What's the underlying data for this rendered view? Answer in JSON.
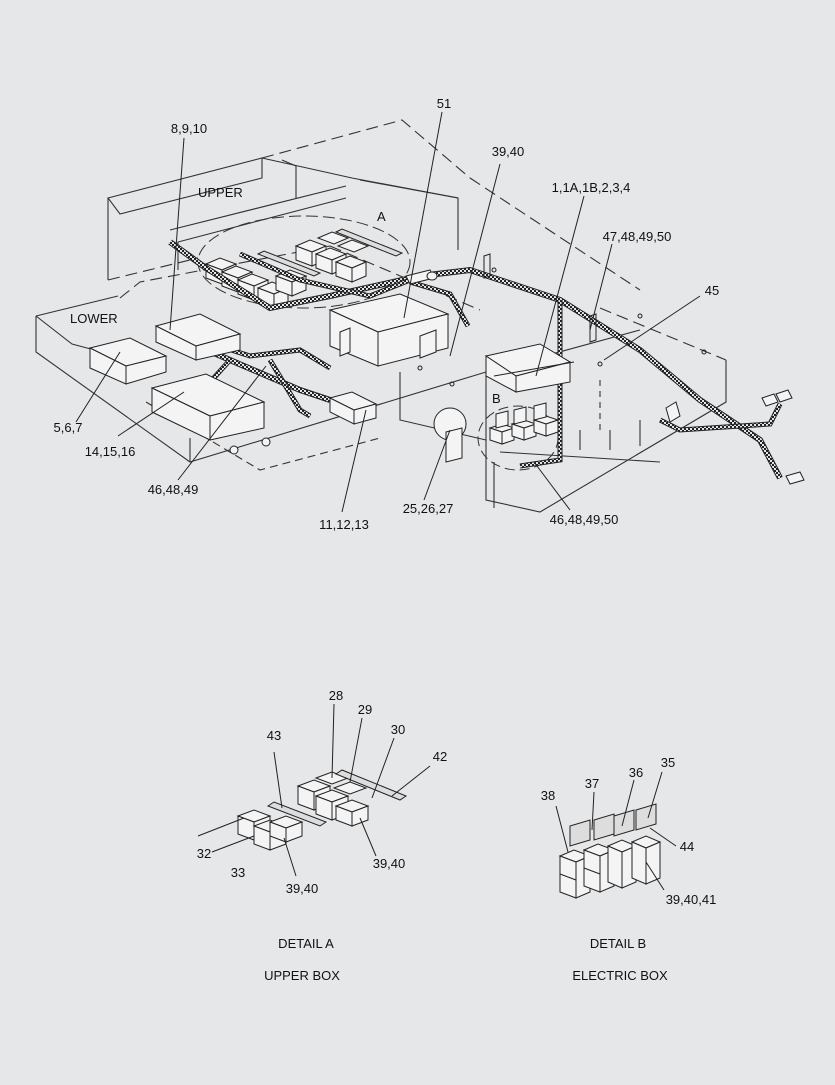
{
  "main_diagram": {
    "region_labels": {
      "upper": "UPPER",
      "lower": "LOWER",
      "detail_a_marker": "A",
      "detail_b_marker": "B"
    },
    "callouts": {
      "c51": "51",
      "c8_9_10": "8,9,10",
      "c39_40": "39,40",
      "c1_1a_1b_2_3_4": "1,1A,1B,2,3,4",
      "c47_48_49_50": "47,48,49,50",
      "c45": "45",
      "c5_6_7": "5,6,7",
      "c14_15_16": "14,15,16",
      "c46_48_49": "46,48,49",
      "c11_12_13": "11,12,13",
      "c25_26_27": "25,26,27",
      "c46_48_49_50": "46,48,49,50"
    }
  },
  "detail_a": {
    "callouts": {
      "c28": "28",
      "c29": "29",
      "c30": "30",
      "c42": "42",
      "c43": "43",
      "c32": "32",
      "c33": "33",
      "c39_40_left": "39,40",
      "c39_40_right": "39,40"
    },
    "title": "DETAIL A",
    "subtitle": "UPPER BOX"
  },
  "detail_b": {
    "callouts": {
      "c35": "35",
      "c36": "36",
      "c37": "37",
      "c38": "38",
      "c44": "44",
      "c39_40_41": "39,40,41"
    },
    "title": "DETAIL B",
    "subtitle": "ELECTRIC BOX"
  }
}
